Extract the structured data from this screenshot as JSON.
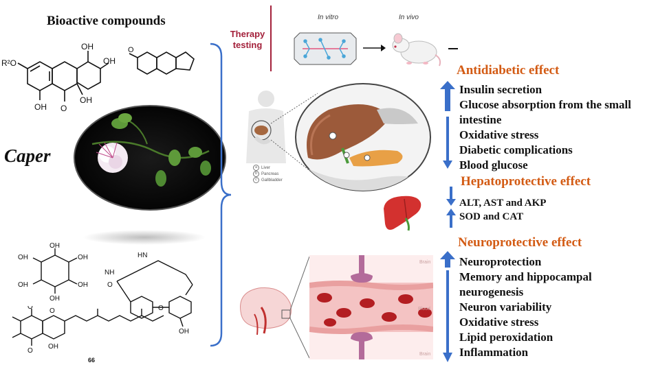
{
  "left": {
    "title": "Bioactive compounds",
    "plant_name": "Caper",
    "compound_number": "66",
    "labels": {
      "oh": "OH",
      "o": "O",
      "r2o": "R²O",
      "hn": "HN",
      "nh": "NH"
    }
  },
  "top": {
    "therapy_line1": "Therapy",
    "therapy_line2": "testing",
    "in_vitro": "In vitro",
    "in_vivo": "In vivo"
  },
  "organ_legend": [
    {
      "key": "a",
      "label": "Liver"
    },
    {
      "key": "b",
      "label": "Pancreas"
    },
    {
      "key": "c",
      "label": "Gallbladder"
    }
  ],
  "brain_regions": {
    "top": "Brain",
    "middle": "Blood",
    "bottom": "Brain"
  },
  "effects": {
    "antidiabetic": {
      "title": "Antidiabetic effect",
      "items": [
        "Insulin secretion",
        "Glucose absorption from the small",
        "intestine",
        "Oxidative stress",
        "Diabetic complications",
        "Blood glucose"
      ]
    },
    "hepatoprotective": {
      "title": "Hepatoprotective effect",
      "items": [
        "ALT, AST and AKP",
        "SOD and CAT"
      ]
    },
    "neuroprotective": {
      "title": "Neuroprotective effect",
      "items": [
        "Neuroprotection",
        "Memory and hippocampal",
        "neurogenesis",
        "Neuron variability",
        "Oxidative stress",
        "Lipid peroxidation",
        "Inflammation"
      ]
    }
  },
  "colors": {
    "effect_title": "#d35b14",
    "arrow": "#3a6fc9",
    "brace": "#3a6fc9",
    "therapy": "#a3203a"
  }
}
